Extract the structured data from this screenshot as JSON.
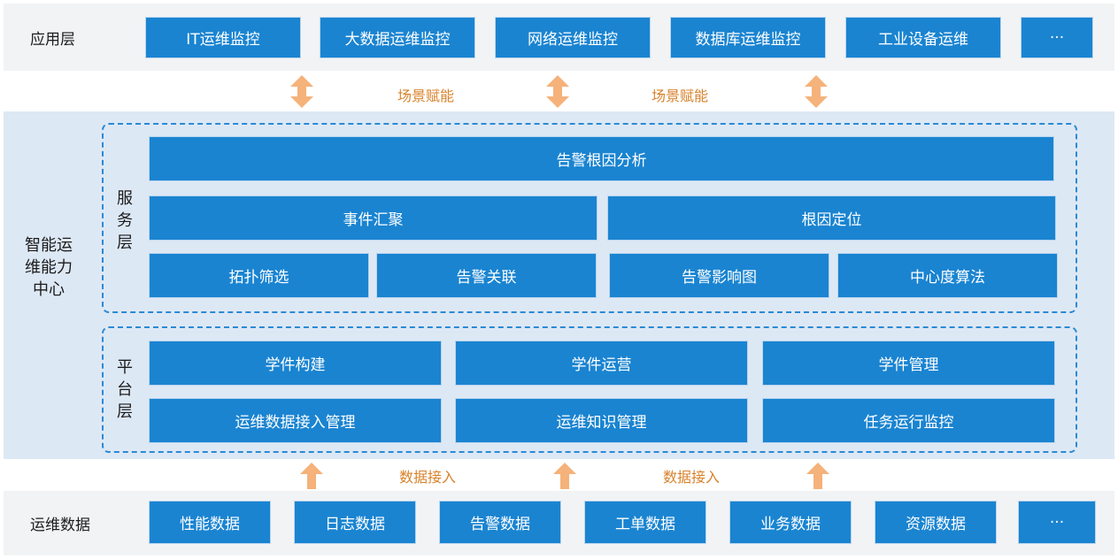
{
  "top_row": {
    "label": "应用层",
    "items": [
      "IT运维监控",
      "大数据运维监控",
      "网络运维监控",
      "数据库运维监控",
      "工业设备运维",
      "···"
    ]
  },
  "top_arrows": {
    "caption_1": "场景赋能",
    "caption_2": "场景赋能"
  },
  "center": {
    "label": "智能运维能力中心",
    "service_layer": {
      "label": "服务层",
      "top_bar": "告警根因分析",
      "row2": [
        "事件汇聚",
        "根因定位"
      ],
      "row3": [
        "拓扑筛选",
        "告警关联",
        "告警影响图",
        "中心度算法"
      ]
    },
    "platform_layer": {
      "label": "平台层",
      "row1": [
        "学件构建",
        "学件运营",
        "学件管理"
      ],
      "row2": [
        "运维数据接入管理",
        "运维知识管理",
        "任务运行监控"
      ]
    }
  },
  "bottom_arrows": {
    "caption_1": "数据接入",
    "caption_2": "数据接入"
  },
  "bottom_row": {
    "label": "运维数据",
    "items": [
      "性能数据",
      "日志数据",
      "告警数据",
      "工单数据",
      "业务数据",
      "资源数据",
      "···"
    ]
  },
  "colors": {
    "box_blue": "#1a84d1",
    "arrow_orange": "#f5b27a",
    "caption_orange": "#d9822b",
    "dashed_border": "#2a8ad4"
  }
}
